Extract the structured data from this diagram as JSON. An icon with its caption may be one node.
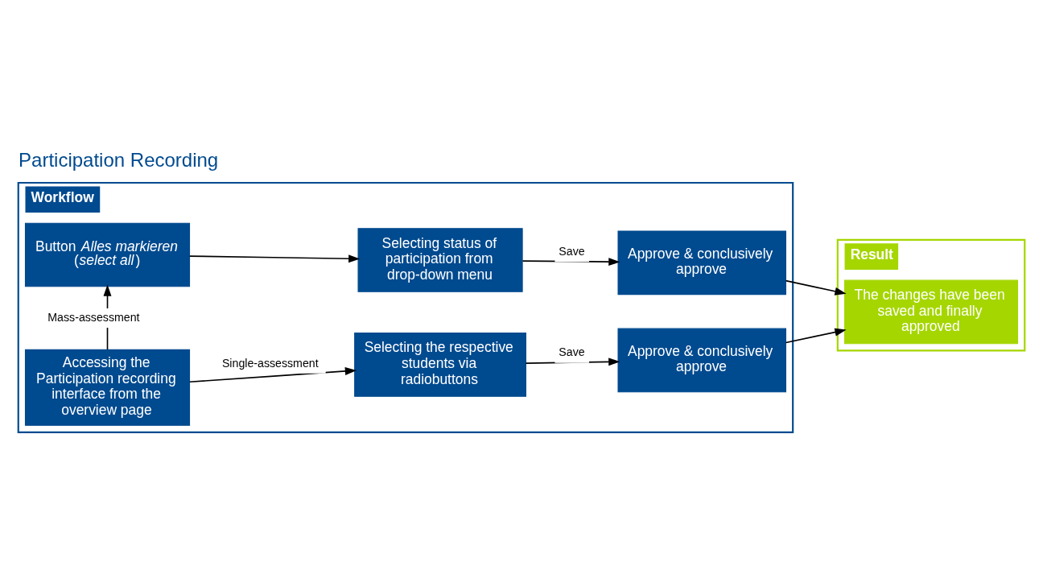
{
  "diagram": {
    "title": "Participation Recording",
    "nodes": [
      {
        "text": [
          "Workflow"
        ]
      },
      {
        "text": [
          "Accessing the Participation recording interface from the overview page"
        ],
        "in": 0
      },
      {
        "text": [
          "Selecting the respective students via radiobuttons"
        ],
        "in": 0
      },
      {
        "text": [
          "Approve & conclusively approve"
        ],
        "in": 0
      },
      {
        "text": [
          "Button *Alles markieren* (*select all*)"
        ],
        "in": 0
      },
      {
        "text": [
          "Selecting status of participation from drop-down menu"
        ],
        "in": 0
      },
      {
        "text": [
          "Approve & conclusively approve"
        ],
        "in": 0
      },
      {
        "text": [
          "Result"
        ]
      },
      {
        "text": [
          "The changes have been saved and finally approved"
        ],
        "in": 7
      }
    ],
    "edges": [
      {
        "from": 1,
        "to": 2,
        "arrow": "to",
        "label": "Single-assessment"
      },
      {
        "from": 2,
        "to": 3,
        "arrow": "to",
        "label": "Save"
      },
      {
        "from": 1,
        "to": 4,
        "arrow": "to",
        "label": "Mass-assessment"
      },
      {
        "from": 4,
        "to": 5,
        "arrow": "to"
      },
      {
        "from": 5,
        "to": 6,
        "arrow": "to",
        "label": "Save"
      },
      {
        "from": 3,
        "to": 8,
        "arrow": "to"
      },
      {
        "from": 6,
        "to": 8,
        "arrow": "to"
      }
    ]
  }
}
